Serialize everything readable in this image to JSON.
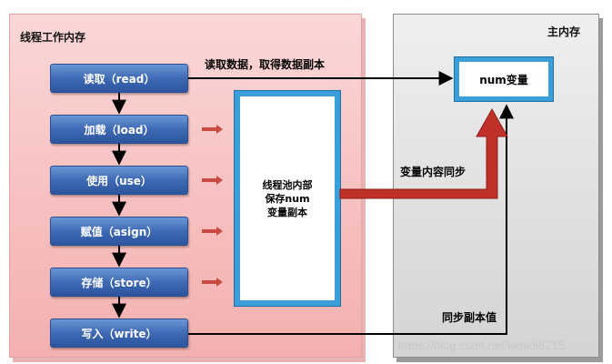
{
  "thread_memory": {
    "title": "线程工作内存",
    "steps": [
      {
        "label": "读取（read）"
      },
      {
        "label": "加载（load）"
      },
      {
        "label": "使用（use）"
      },
      {
        "label": "赋值（asign）"
      },
      {
        "label": "存储（store）"
      },
      {
        "label": "写入（write）"
      }
    ],
    "pool_text": "线程池内部\n保存num\n变量副本"
  },
  "main_memory": {
    "title": "主内存",
    "variable": "num变量"
  },
  "annotations": {
    "read_copy": "读取数据，取得数据副本",
    "sync_content": "变量内容同步",
    "sync_copy_value": "同步副本值"
  },
  "watermark": "https://blog.csdn.net/kenidi8215",
  "colors": {
    "step_blue": "#3f69b4",
    "box_border": "#3a9ed8",
    "red_arrow": "#c0302a",
    "thread_bg": "#f7c0c0",
    "main_bg": "#d9d9d9"
  }
}
